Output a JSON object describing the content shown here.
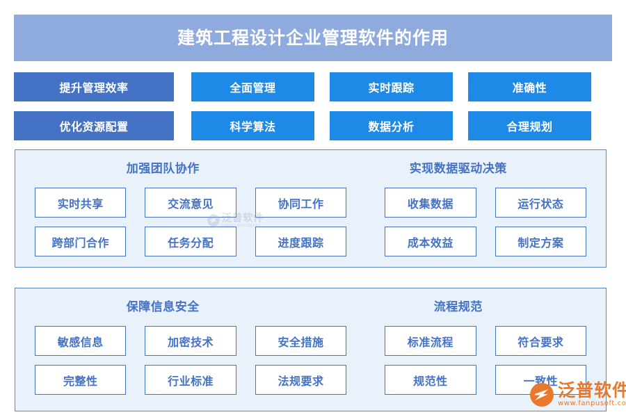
{
  "title": {
    "text": "建筑工程设计企业管理软件的作用"
  },
  "colors": {
    "banner_bg": "#8fabdd",
    "primary_pill": "#4472c4",
    "secondary_pill": "#1e8ae8",
    "panel_bg": "#e9f1fb",
    "panel_border": "#5b83c8",
    "card_text": "#4472c4",
    "watermark": "#e8782b"
  },
  "buttons": {
    "row1": [
      {
        "label": "提升管理效率",
        "style": "primary"
      },
      {
        "label": "全面管理",
        "style": "secondary"
      },
      {
        "label": "实时跟踪",
        "style": "secondary"
      },
      {
        "label": "准确性",
        "style": "secondary"
      }
    ],
    "row2": [
      {
        "label": "优化资源配置",
        "style": "primary"
      },
      {
        "label": "科学算法",
        "style": "secondary"
      },
      {
        "label": "数据分析",
        "style": "secondary"
      },
      {
        "label": "合理规划",
        "style": "secondary"
      }
    ]
  },
  "panels": [
    {
      "headings": [
        "加强团队协作",
        "实现数据驱动决策"
      ],
      "rows": [
        [
          "实时共享",
          "交流意见",
          "协同工作",
          "收集数据",
          "运行状态"
        ],
        [
          "跨部门合作",
          "任务分配",
          "进度跟踪",
          "成本效益",
          "制定方案"
        ]
      ]
    },
    {
      "headings": [
        "保障信息安全",
        "流程规范"
      ],
      "rows": [
        [
          "敏感信息",
          "加密技术",
          "安全措施",
          "标准流程",
          "符合要求"
        ],
        [
          "完整性",
          "行业标准",
          "法规要求",
          "规范性",
          "一致性"
        ]
      ]
    }
  ],
  "watermark": {
    "name": "泛普软件",
    "url": "www.fanpusoft.com",
    "faint_name": "泛普软件",
    "faint_url": "FANPU SOFTWARE"
  }
}
